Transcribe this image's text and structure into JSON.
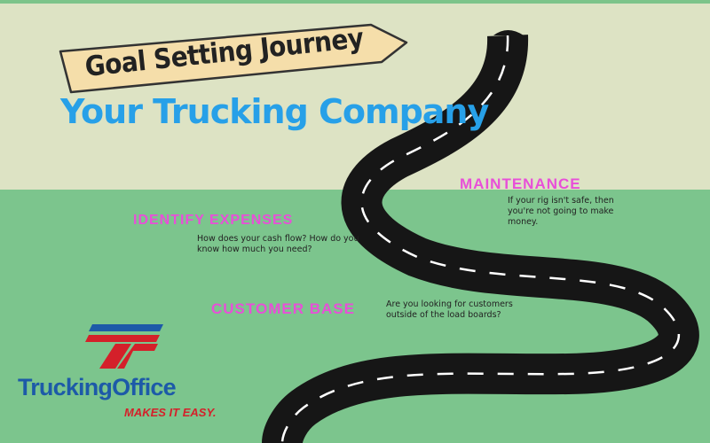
{
  "sign": {
    "text": "Goal Setting Journey"
  },
  "headline": "Your Trucking Company",
  "sections": [
    {
      "title": "MAINTENANCE",
      "description": "If your rig isn't safe, then you're not going to make money."
    },
    {
      "title": "IDENTIFY EXPENSES",
      "description": "How does your cash flow? How do you know how much you need?"
    },
    {
      "title": "CUSTOMER BASE",
      "description": "Are you looking for customers outside of the load boards?"
    }
  ],
  "logo": {
    "name": "TruckingOffice",
    "tagline": "MAKES IT EASY."
  },
  "colors": {
    "background_top": "#dde3c4",
    "background_bottom": "#7cc58d",
    "sign": "#f5deaa",
    "headline": "#27a0e8",
    "section_title": "#e84fd8",
    "road": "#161616",
    "logo_blue": "#1d5aa8",
    "logo_red": "#d4202a"
  },
  "icons": [
    "arrow-sign-icon",
    "winding-road-icon",
    "truckingoffice-logo-icon"
  ]
}
